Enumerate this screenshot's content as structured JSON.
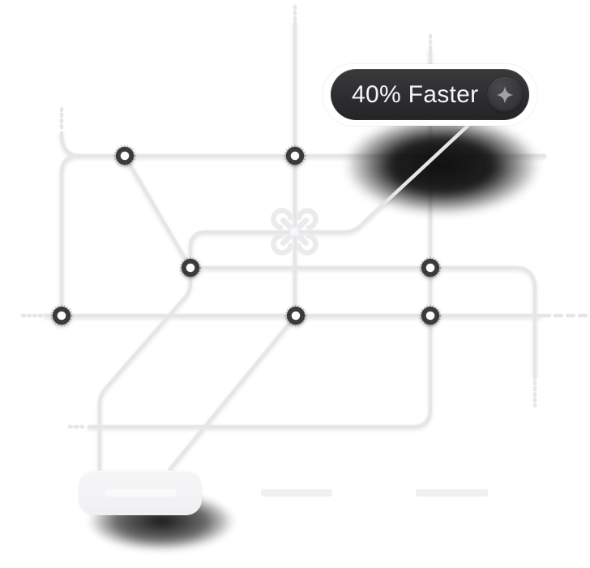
{
  "badge": {
    "label": "40% Faster",
    "icon": "sparkle-plus",
    "colors": {
      "pill_bg": "#2c2c2e",
      "text": "#f6f6f7",
      "ring": "#ffffff",
      "icon_glyph": "#a2a2a5"
    }
  },
  "network_map": {
    "node_count": 7,
    "junction_icon": "knot-clover",
    "colors": {
      "line": "#e6e6e9",
      "node_ring": "#3b3b3d",
      "node_core": "#fcfcfc",
      "junction": "#ebebee"
    }
  },
  "skeleton": {
    "dash_count": 2,
    "colors": {
      "card_bg": "#f2f2f4",
      "card_bar": "#fafafb",
      "dash": "#f0f0f2"
    }
  }
}
